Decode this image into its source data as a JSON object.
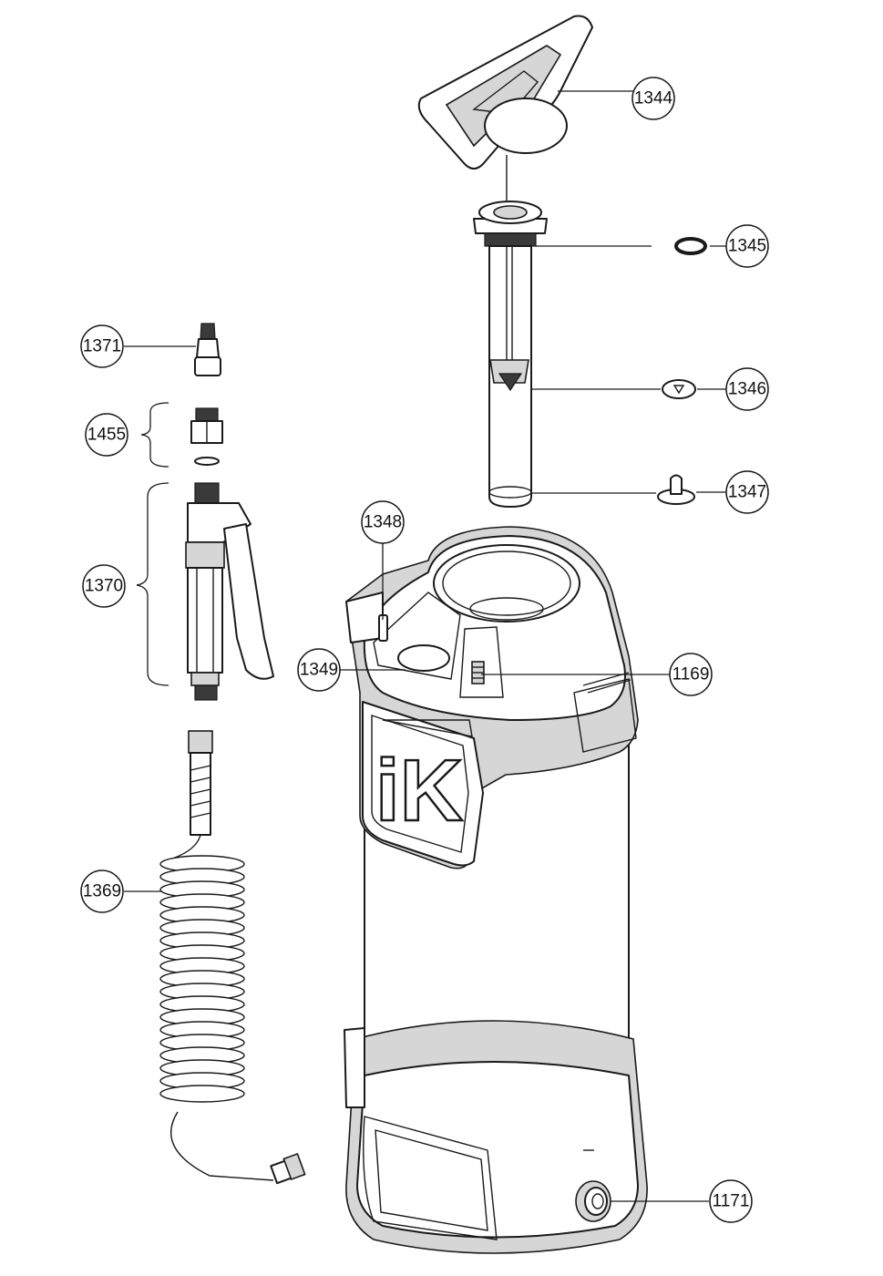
{
  "diagram": {
    "brand_logo": "iK",
    "callouts": [
      {
        "id": "c1344",
        "label": "1344"
      },
      {
        "id": "c1345",
        "label": "1345"
      },
      {
        "id": "c1346",
        "label": "1346"
      },
      {
        "id": "c1347",
        "label": "1347"
      },
      {
        "id": "c1348",
        "label": "1348"
      },
      {
        "id": "c1349",
        "label": "1349"
      },
      {
        "id": "c1169",
        "label": "1169"
      },
      {
        "id": "c1171",
        "label": "1171"
      },
      {
        "id": "c1371",
        "label": "1371"
      },
      {
        "id": "c1455",
        "label": "1455"
      },
      {
        "id": "c1370",
        "label": "1370"
      },
      {
        "id": "c1369",
        "label": "1369"
      }
    ]
  }
}
